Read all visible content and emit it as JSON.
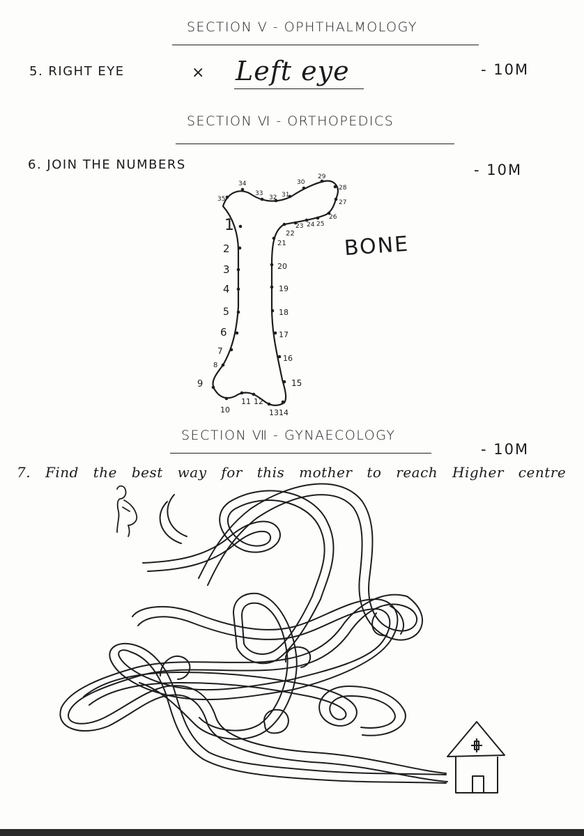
{
  "section5": {
    "heading": "SECTION Ⅴ - OPHTHALMOLOGY",
    "question": "5. RIGHT EYE",
    "mark_symbol": "×",
    "answer": "Left eye",
    "marks": "- 10M"
  },
  "section6": {
    "heading": "SECTION Ⅵ - ORTHOPEDICS",
    "question": "6. JOIN THE NUMBERS",
    "marks": "- 10M",
    "answer": "BONE",
    "dot_labels": [
      "1",
      "2",
      "3",
      "4",
      "5",
      "6",
      "7",
      "8",
      "9",
      "10",
      "11",
      "12",
      "13",
      "14",
      "15",
      "16",
      "17",
      "18",
      "19",
      "20",
      "21",
      "22",
      "23",
      "24",
      "25",
      "26",
      "27",
      "28",
      "29",
      "30",
      "31",
      "32",
      "33",
      "34",
      "35"
    ]
  },
  "section7": {
    "heading": "SECTION Ⅶ - GYNAECOLOGY",
    "marks": "- 10M",
    "question": "7. Find the best way for this mother to reach Higher centre",
    "icons": [
      "pregnant-mother-icon",
      "hospital-icon"
    ]
  }
}
